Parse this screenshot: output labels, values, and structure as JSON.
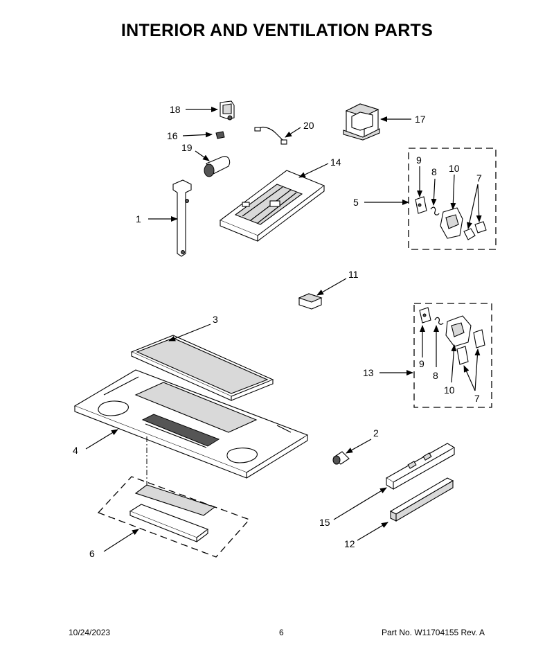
{
  "title": "INTERIOR AND VENTILATION PARTS",
  "callouts": [
    "1",
    "2",
    "3",
    "4",
    "5",
    "6",
    "7",
    "8",
    "9",
    "10",
    "11",
    "12",
    "13",
    "14",
    "15",
    "16",
    "17",
    "18",
    "19",
    "20"
  ],
  "footer": {
    "date": "10/24/2023",
    "page": "6",
    "part_no": "Part No.  W11704155  Rev.  A"
  }
}
